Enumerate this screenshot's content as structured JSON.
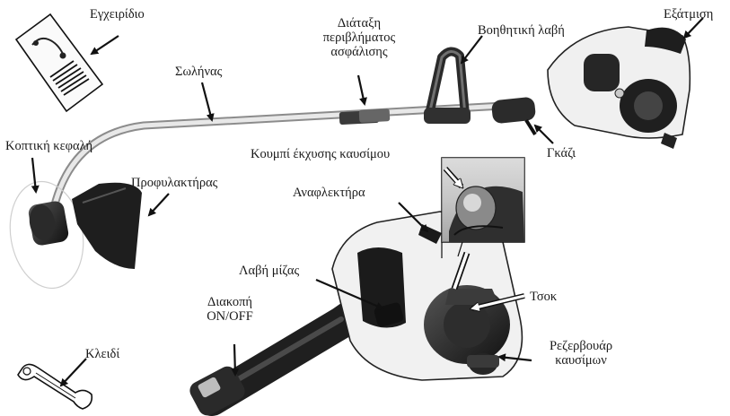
{
  "labels": {
    "manual": "Εγχειρίδιο",
    "exhaust": "Εξάτμιση",
    "housing_line1": "Διάταξη",
    "housing_line2": "περιβλήματος",
    "housing_line3": "ασφάλισης",
    "aux_handle": "Βοηθητική λαβή",
    "shaft": "Σωλήνας",
    "cutting_head": "Κοπτική κεφαλή",
    "throttle": "Γκάζι",
    "primer": "Κουμπί έκχυσης καυσίμου",
    "guard": "Προφυλακτήρας",
    "spark_plug": "Αναφλεκτήρα",
    "starter_handle": "Λαβή μίζας",
    "choke": "Τσοκ",
    "switch_line1": "Διακοπή",
    "switch_line2": "ON/OFF",
    "tank_line1": "Ρεζερβουάρ",
    "tank_line2": "καυσίμων",
    "wrench": "Κλειδί"
  }
}
